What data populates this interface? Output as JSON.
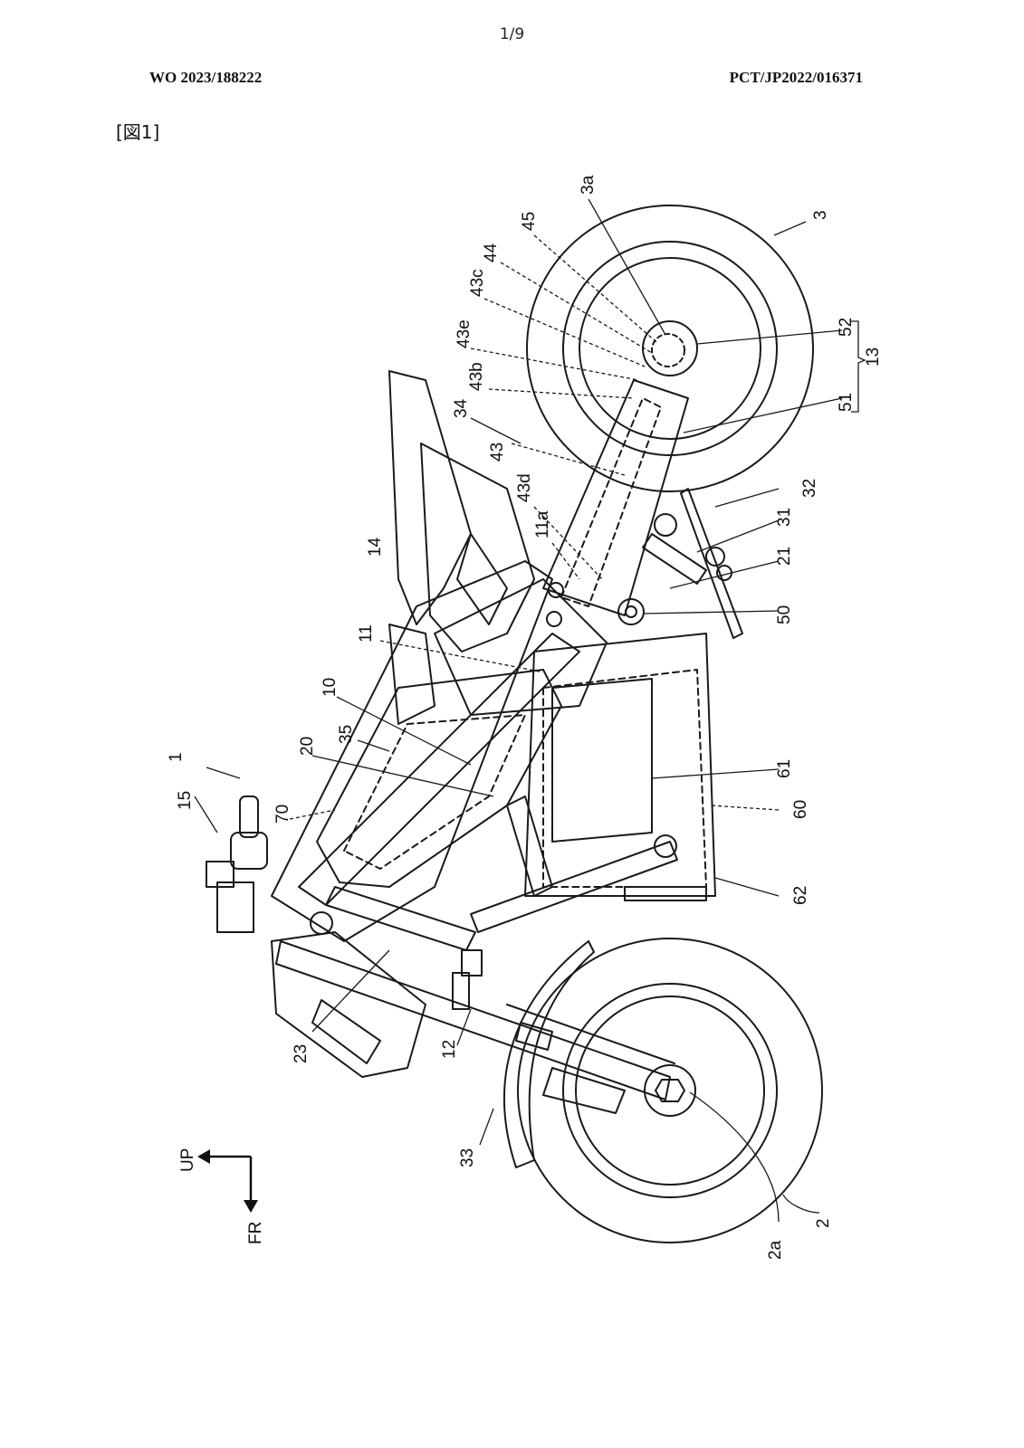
{
  "header": {
    "page_number": "1/9",
    "publication_number": "WO 2023/188222",
    "application_number": "PCT/JP2022/016371"
  },
  "figure": {
    "label": "[図1]",
    "direction_labels": {
      "up": "UP",
      "front": "FR"
    },
    "reference_numerals": [
      "3a",
      "45",
      "44",
      "43c",
      "43e",
      "43b",
      "34",
      "43",
      "43d",
      "11a",
      "14",
      "11",
      "10",
      "35",
      "20",
      "70",
      "15",
      "1",
      "23",
      "12",
      "33",
      "2a",
      "2",
      "62",
      "60",
      "61",
      "50",
      "21",
      "31",
      "32",
      "51",
      "52",
      "13",
      "3"
    ]
  }
}
